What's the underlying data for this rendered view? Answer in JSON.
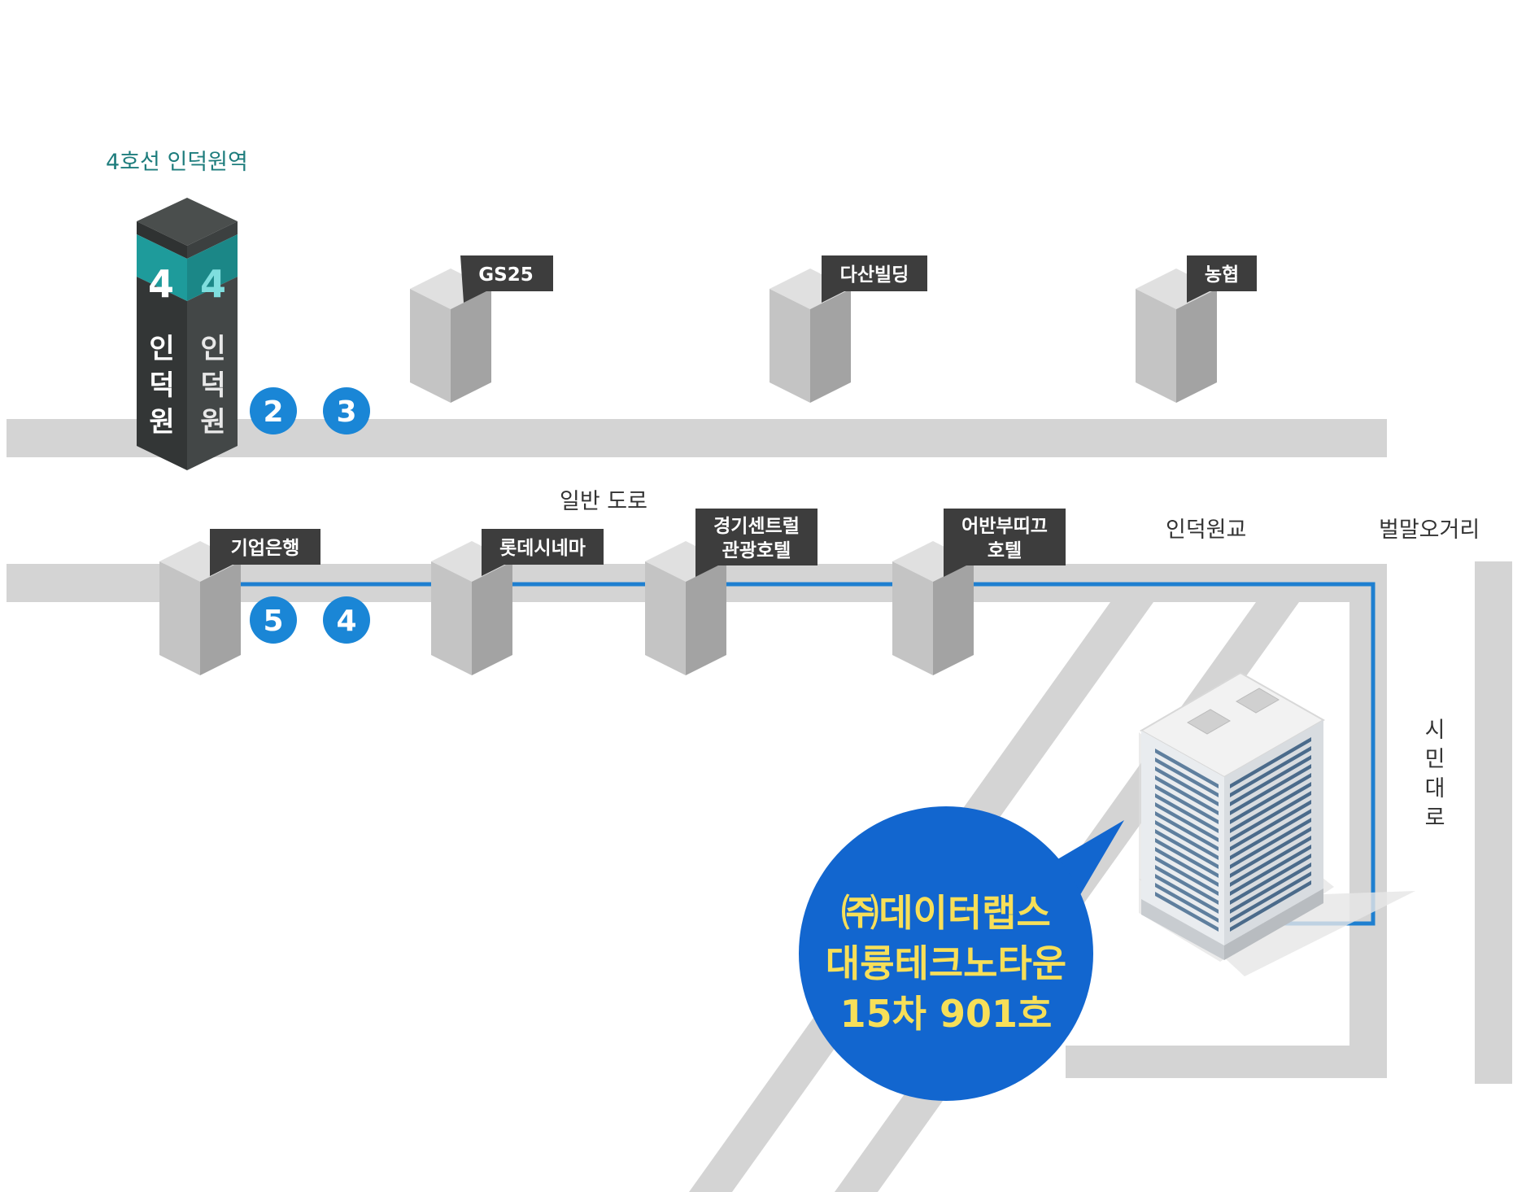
{
  "station": {
    "title": "4호선 인덕원역",
    "line_number": "4",
    "name_chars": [
      "인",
      "덕",
      "원"
    ]
  },
  "exits": {
    "top": [
      "2",
      "3"
    ],
    "bottom": [
      "5",
      "4"
    ]
  },
  "landmarks_top": [
    {
      "label": "GS25"
    },
    {
      "label": "다산빌딩"
    },
    {
      "label": "농협"
    }
  ],
  "landmarks_bottom": [
    {
      "label": "기업은행"
    },
    {
      "label": "롯데시네마"
    },
    {
      "line1": "경기센트럴",
      "line2": "관광호텔"
    },
    {
      "line1": "어반부띠끄",
      "line2": "호텔"
    }
  ],
  "road_labels": {
    "general_road": "일반 도로",
    "bridge": "인덕원교",
    "junction": "벌말오거리",
    "simin_chars": [
      "시",
      "민",
      "대",
      "로"
    ]
  },
  "destination": {
    "line1": "㈜데이터랩스",
    "line2": "대륭테크노타운",
    "line3": "15차 901호"
  },
  "colors": {
    "road": "#d4d4d4",
    "route": "#1e7fd0",
    "station_teal": "#1e9b9b",
    "station_dark": "#3a3e3e",
    "exit_badge": "#1a86d6",
    "tag_bg": "#3d3d3d",
    "bubble": "#1266cf",
    "bubble_text": "#f7df58",
    "title_teal": "#1e7d7d"
  }
}
